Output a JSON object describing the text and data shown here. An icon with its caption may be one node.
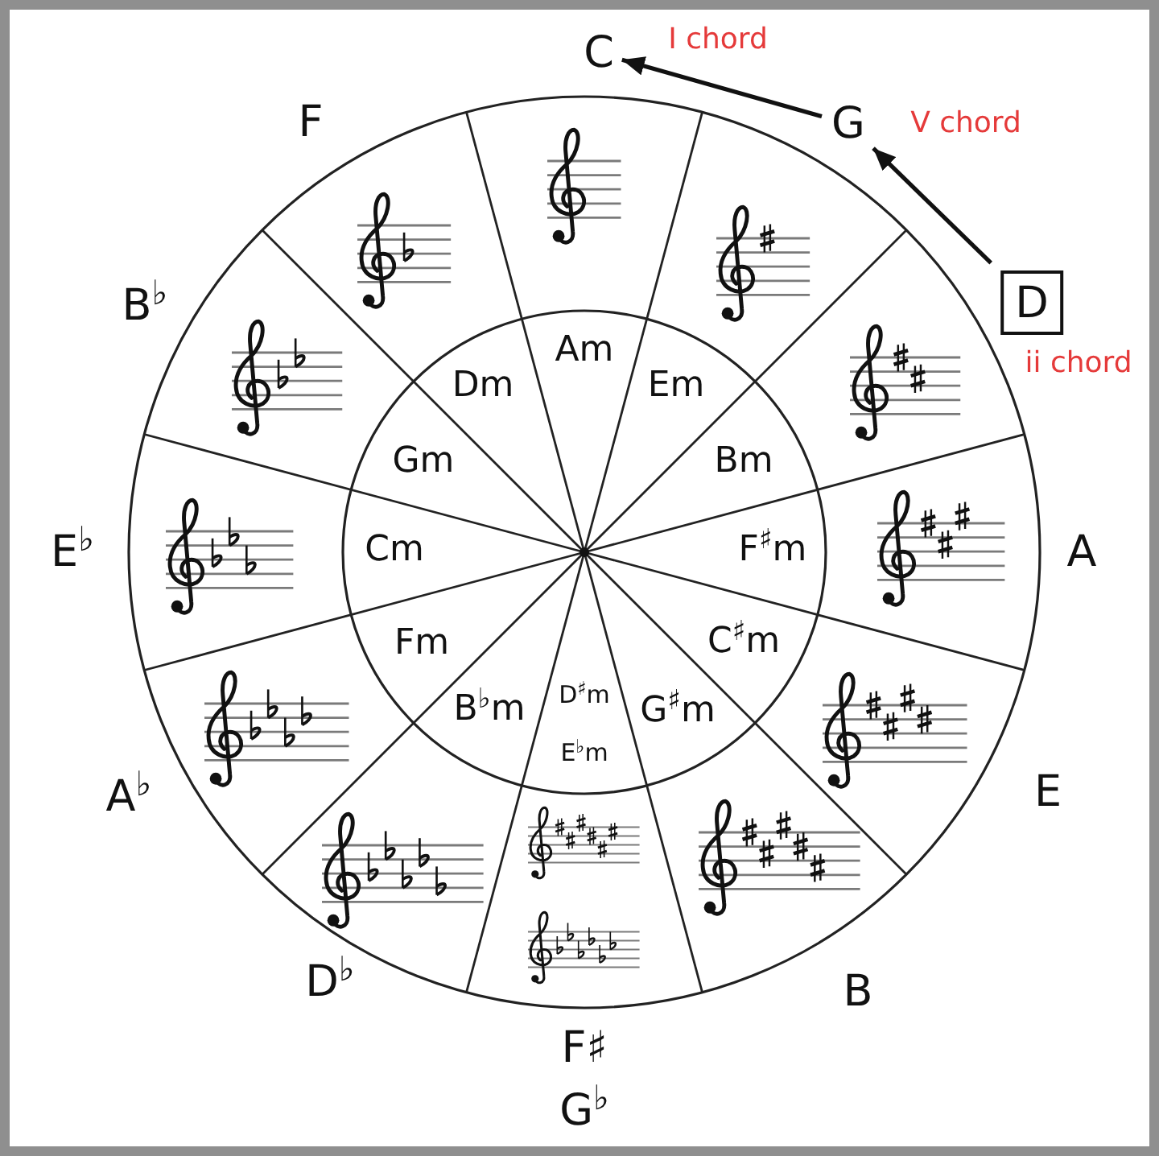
{
  "diagram": {
    "nodes": [
      {
        "text": [
          "C"
        ],
        "beside": [
          "I chord"
        ]
      },
      {
        "text": [
          "G"
        ],
        "beside": [
          "V chord"
        ]
      },
      {
        "text": [
          "D"
        ],
        "beside": [
          "ii chord"
        ]
      }
    ],
    "edges": [
      {
        "from": 1,
        "to": 0,
        "arrow": "to"
      },
      {
        "from": 2,
        "to": 1,
        "arrow": "to"
      }
    ],
    "labels": [
      "F",
      "B$^{♭}$",
      "E$^{♭}$",
      "A",
      "A$^{♭}$",
      "E",
      "D$^{♭}$",
      "B",
      "F♯",
      "G$^{♭}$",
      "Am",
      "Dm",
      "Em",
      "Gm",
      "Bm",
      "Cm",
      "F$^{♯}$m",
      "Fm",
      "C$^{♯}$m",
      "B$^{♭}$m",
      "D$^{♯}$m",
      "G$^{♯}$m",
      "E$^{♭}$m"
    ]
  }
}
